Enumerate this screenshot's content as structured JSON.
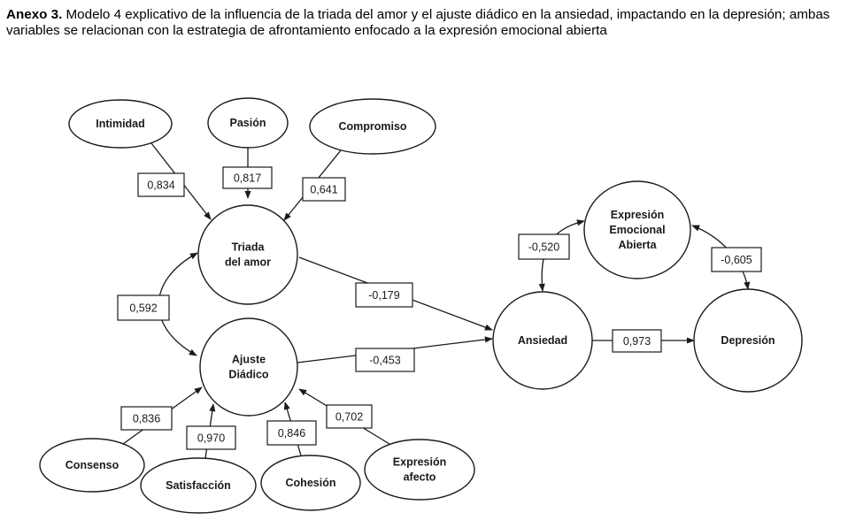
{
  "caption": {
    "label": "Anexo 3.",
    "text": " Modelo 4 explicativo de la influencia de la triada del amor y el ajuste diádico en la ansiedad, impactando en la depresión; ambas variables se relacionan con la estrategia de afrontamiento enfocado a la expresión emocional abierta"
  },
  "nodes": {
    "intimidad": {
      "lines": [
        "Intimidad"
      ]
    },
    "pasion": {
      "lines": [
        "Pasión"
      ]
    },
    "compromiso": {
      "lines": [
        "Compromiso"
      ]
    },
    "triada": {
      "lines": [
        "Triada",
        "del amor"
      ]
    },
    "ajuste": {
      "lines": [
        "Ajuste",
        "Diádico"
      ]
    },
    "consenso": {
      "lines": [
        "Consenso"
      ]
    },
    "satisfaccion": {
      "lines": [
        "Satisfacción"
      ]
    },
    "cohesion": {
      "lines": [
        "Cohesión"
      ]
    },
    "expresion_afecto": {
      "lines": [
        "Expresión",
        "afecto"
      ]
    },
    "ansiedad": {
      "lines": [
        "Ansiedad"
      ]
    },
    "depresion": {
      "lines": [
        "Depresión"
      ]
    },
    "expresion_emocional": {
      "lines": [
        "Expresión",
        "Emocional",
        "Abierta"
      ]
    }
  },
  "edges": [
    {
      "id": "intimidad-triada",
      "from": "intimidad",
      "to": "triada",
      "weight": "0,834"
    },
    {
      "id": "pasion-triada",
      "from": "pasion",
      "to": "triada",
      "weight": "0,817"
    },
    {
      "id": "compromiso-triada",
      "from": "compromiso",
      "to": "triada",
      "weight": "0,641"
    },
    {
      "id": "triada-ajuste",
      "from": "ajuste",
      "to": "triada",
      "weight": "0,592",
      "bidirectional": true
    },
    {
      "id": "triada-ansiedad",
      "from": "triada",
      "to": "ansiedad",
      "weight": "-0,179"
    },
    {
      "id": "ajuste-ansiedad",
      "from": "ajuste",
      "to": "ansiedad",
      "weight": "-0,453"
    },
    {
      "id": "consenso-ajuste",
      "from": "consenso",
      "to": "ajuste",
      "weight": "0,836"
    },
    {
      "id": "satisfaccion-ajuste",
      "from": "satisfaccion",
      "to": "ajuste",
      "weight": "0,970"
    },
    {
      "id": "cohesion-ajuste",
      "from": "cohesion",
      "to": "ajuste",
      "weight": "0,846"
    },
    {
      "id": "expresion-afecto-ajuste",
      "from": "expresion_afecto",
      "to": "ajuste",
      "weight": "0,702"
    },
    {
      "id": "ansiedad-depresion",
      "from": "ansiedad",
      "to": "depresion",
      "weight": "0,973"
    },
    {
      "id": "ansiedad-expresion",
      "from": "ansiedad",
      "to": "expresion_emocional",
      "weight": "-0,520",
      "bidirectional": true
    },
    {
      "id": "expresion-depresion",
      "from": "expresion_emocional",
      "to": "depresion",
      "weight": "-0,605",
      "bidirectional": true
    }
  ]
}
